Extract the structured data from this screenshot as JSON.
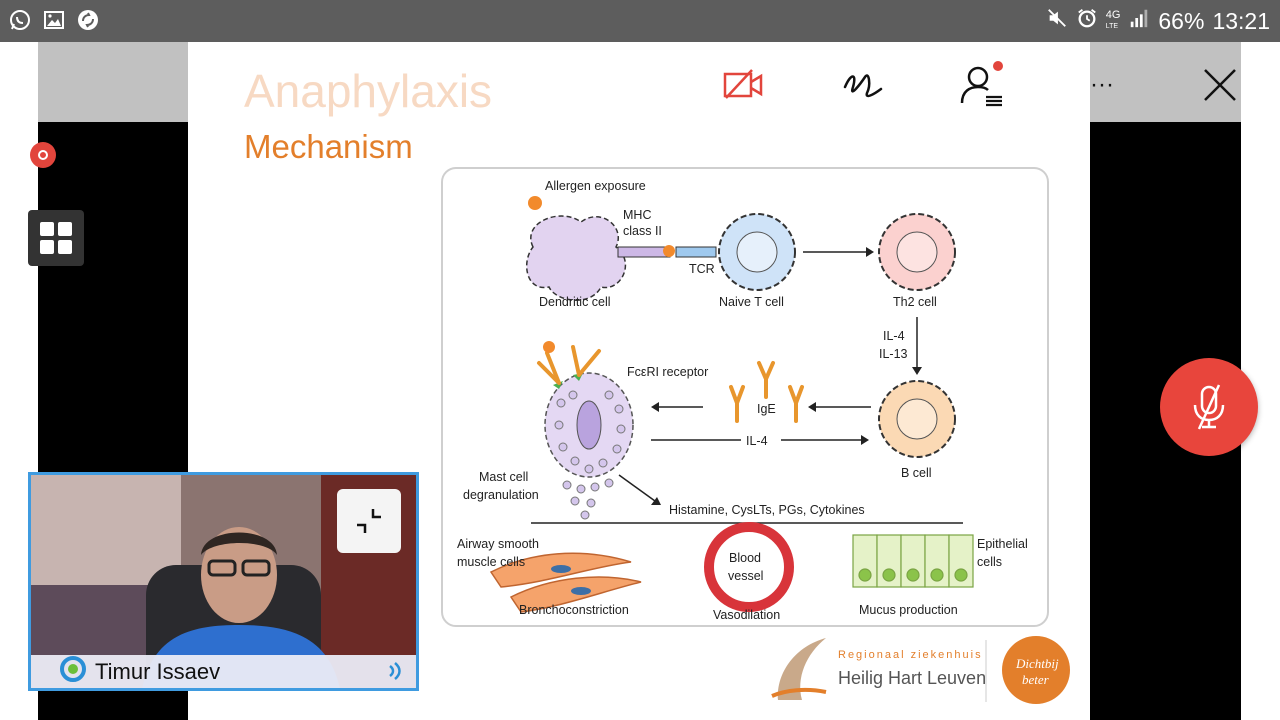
{
  "status_bar": {
    "battery": "66%",
    "time": "13:21",
    "network": "4G",
    "network_sub": "LTE",
    "icons": [
      "whatsapp-icon",
      "gallery-icon",
      "sync-icon",
      "mute-icon",
      "alarm-icon",
      "signal-icon"
    ]
  },
  "slide": {
    "title": "Anaphylaxis",
    "subtitle": "Mechanism",
    "diagram": {
      "allergen": "Allergen exposure",
      "mhc1": "MHC",
      "mhc2": "class II",
      "tcr": "TCR",
      "dendritic": "Dendritic cell",
      "naive": "Naive T cell",
      "th2": "Th2 cell",
      "il4a": "IL-4",
      "il13": "IL-13",
      "fcer": "FcεRI receptor",
      "ige": "IgE",
      "il4b": "IL-4",
      "bcell": "B cell",
      "mast1": "Mast cell",
      "mast2": "degranulation",
      "mediators": "Histamine, CysLTs, PGs, Cytokines",
      "airway1": "Airway smooth",
      "airway2": "muscle cells",
      "broncho": "Bronchoconstriction",
      "blood1": "Blood",
      "blood2": "vessel",
      "vaso": "Vasodilation",
      "epi1": "Epithelial",
      "epi2": "cells",
      "mucus": "Mucus production"
    },
    "logo": {
      "line1": "Regionaal ziekenhuis",
      "line2": "Heilig Hart Leuven",
      "badge1": "Dichtbij",
      "badge2": "beter"
    }
  },
  "toolbar": {
    "icons": [
      "video-off-icon",
      "annotate-icon",
      "participants-icon",
      "more-icon",
      "close-icon"
    ],
    "more_label": "···"
  },
  "video": {
    "participant_name": "Timur Issaev"
  },
  "colors": {
    "accent": "#e37f2b",
    "title_faded": "#f7d9c3",
    "mic_button": "#e8453c",
    "video_border": "#3f9be0"
  }
}
